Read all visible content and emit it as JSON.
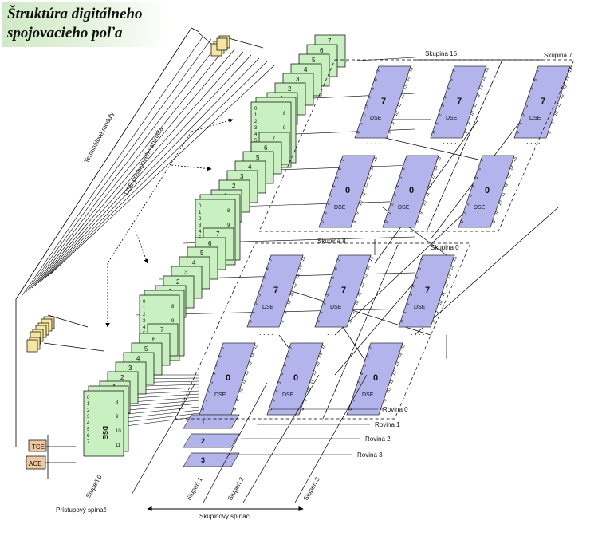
{
  "title": {
    "line1": "Štruktúra digitálneho",
    "line2": "spojovacieho poľa"
  },
  "labels": {
    "terminal_modules": "Terminálové moduly",
    "access_dse": "DSE prístupového spínača",
    "access_switch": "Prístupový spínač",
    "group_switch": "Skupinový spínač",
    "tce": "TCE",
    "ace": "ACE",
    "dse": "DSE"
  },
  "stages": [
    "Stupeň 0",
    "Stupeň 1",
    "Stupeň 2",
    "Stupeň 3"
  ],
  "groups": [
    "Skupina 15",
    "Skupina 7",
    "Skupina 8",
    "Skupina 0"
  ],
  "planes": [
    "Rovina 0",
    "Rovina 1",
    "Rovina 2",
    "Rovina 3"
  ],
  "access_card_numbers": [
    "7",
    "6",
    "5",
    "4",
    "3",
    "2",
    "1",
    "0"
  ],
  "dse_group_numbers": [
    "0",
    "7"
  ],
  "plane_stack_numbers": [
    "1",
    "2",
    "3"
  ],
  "port_labels_left": [
    "0",
    "1",
    "2",
    "3",
    "4",
    "5",
    "6",
    "7"
  ],
  "port_labels_right": [
    "8",
    "9",
    "10",
    "11",
    "12",
    "13",
    "14",
    "15"
  ],
  "colors": {
    "access_card": "#c8f0c0",
    "dse_card": "#b4b4ec",
    "module": "#f5e6a0",
    "ace": "#f0c8a0",
    "title_bg": "#cfe9c4"
  }
}
